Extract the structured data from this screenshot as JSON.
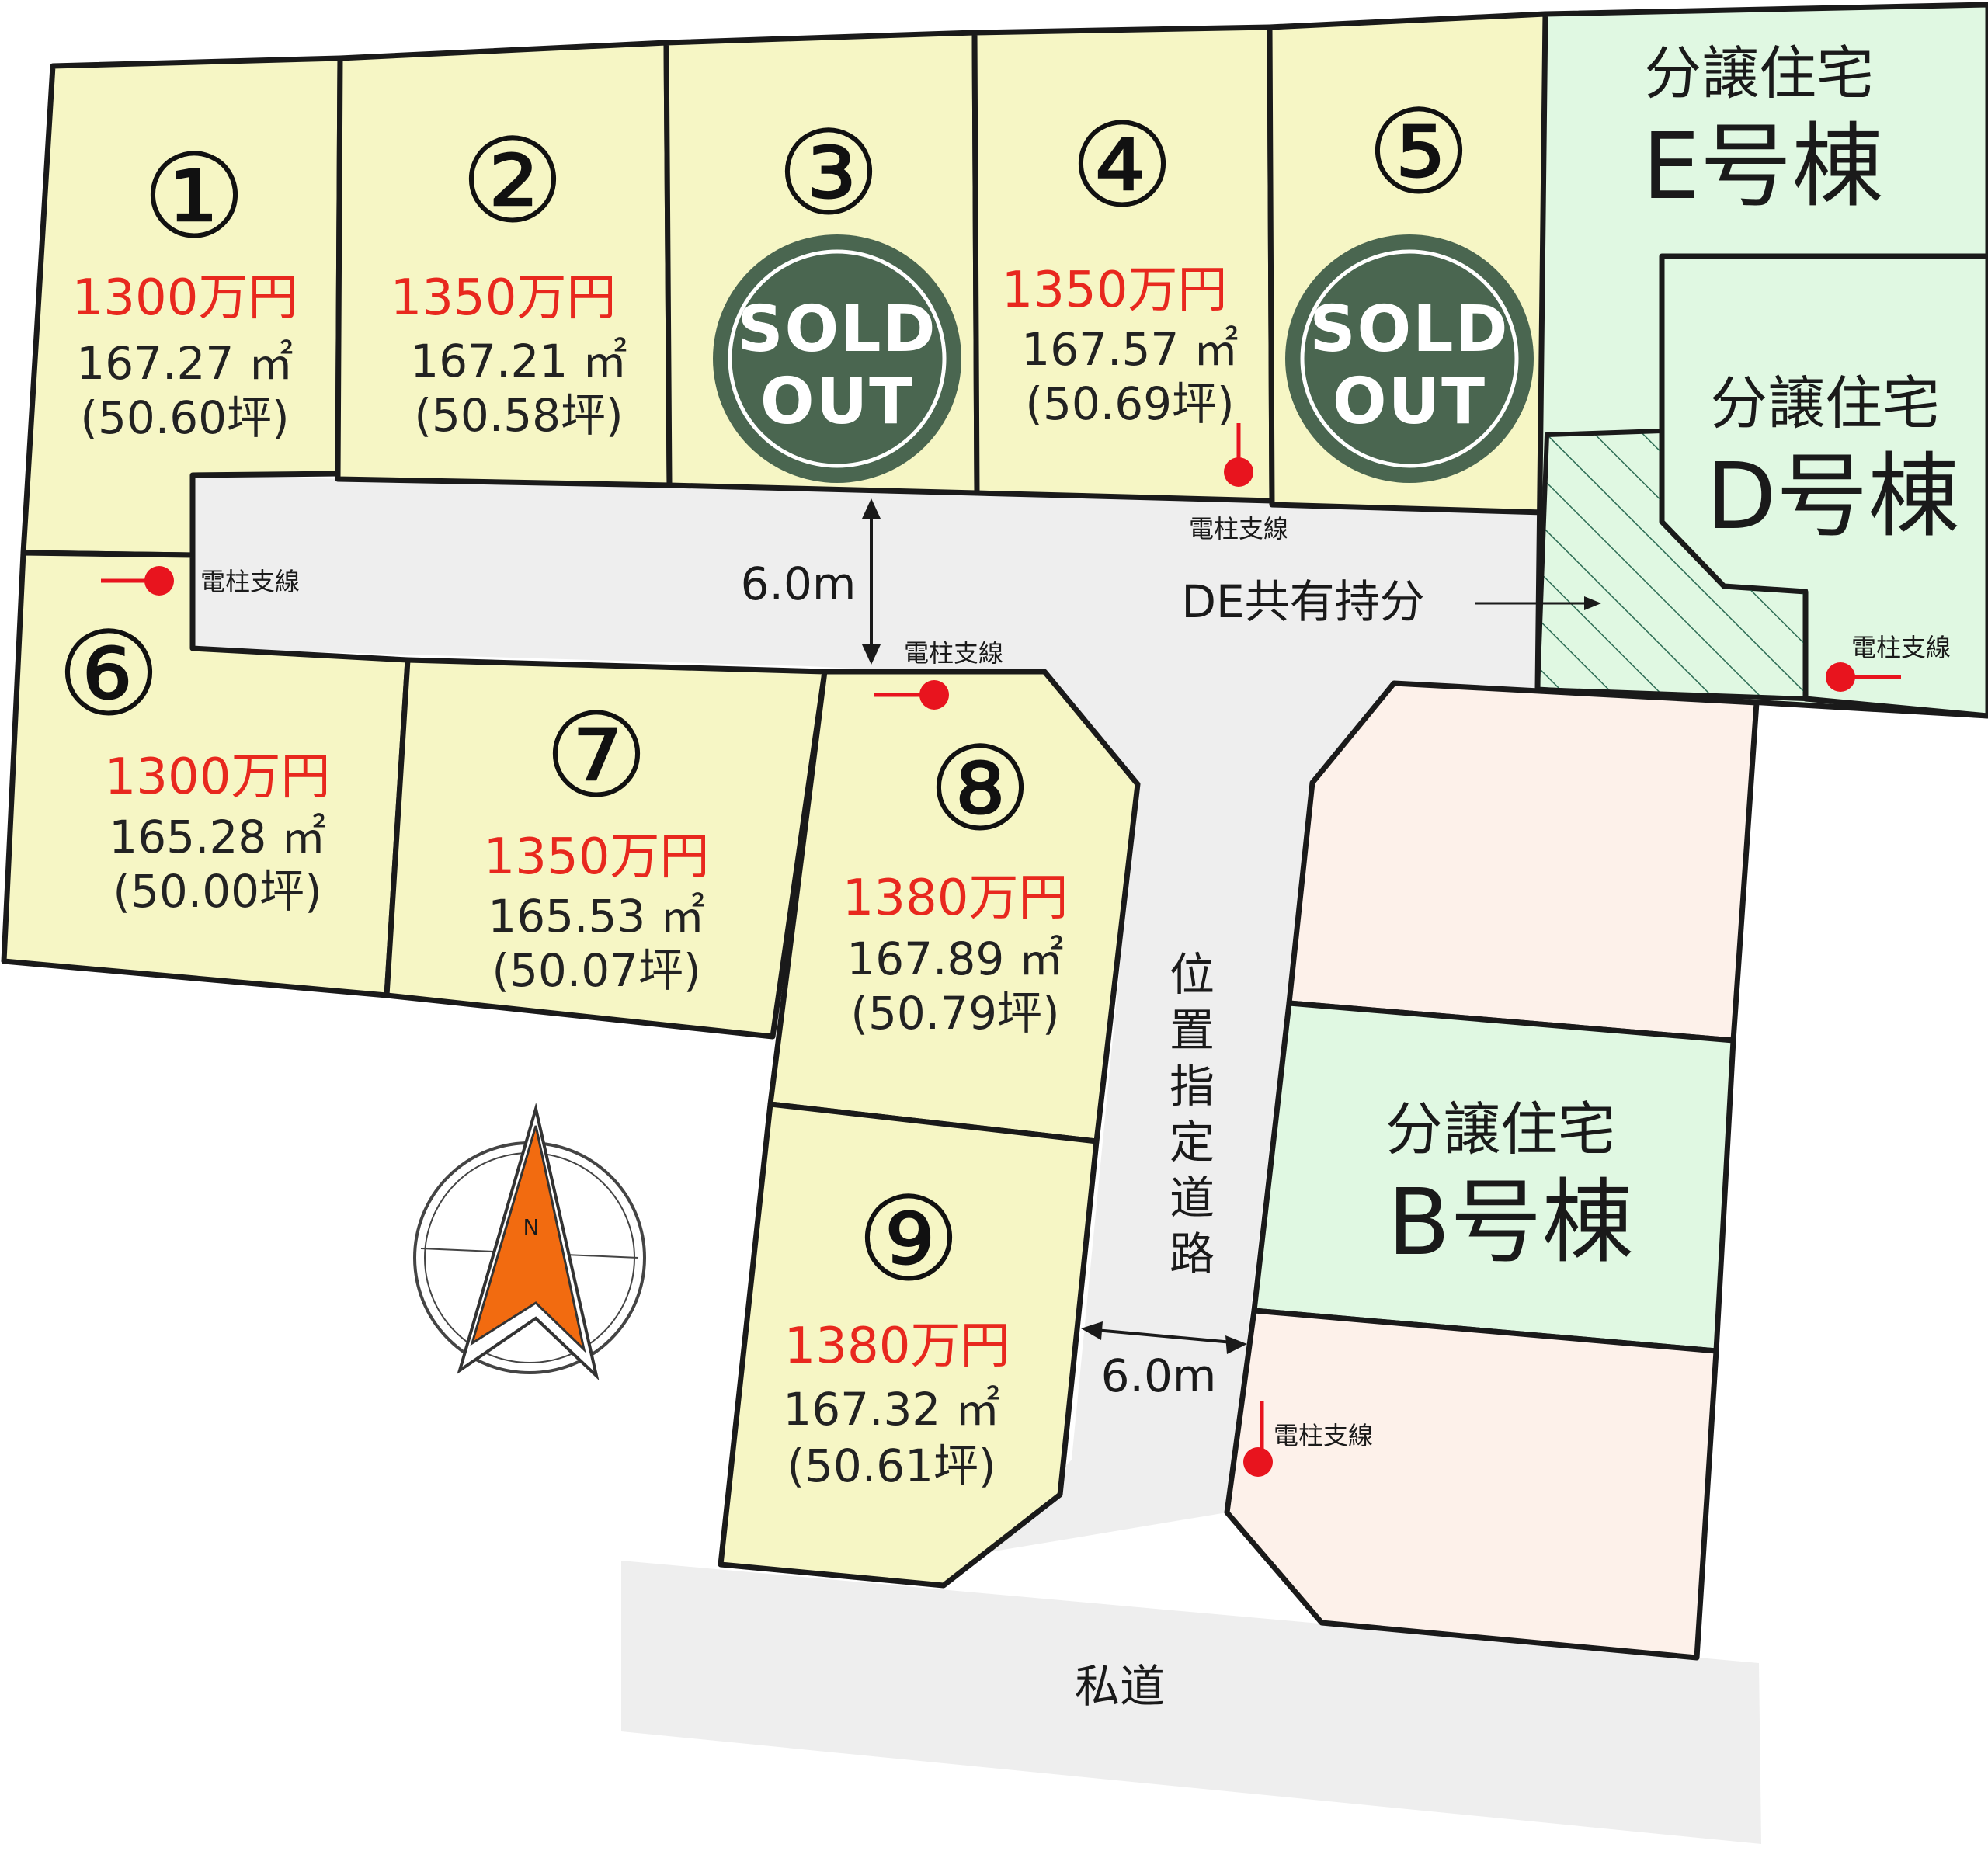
{
  "lots": [
    {
      "number": "①",
      "price": "1300万円",
      "area_sqm": "167.27 ㎡",
      "area_tsubo": "(50.60坪)",
      "sold": false
    },
    {
      "number": "②",
      "price": "1350万円",
      "area_sqm": "167.21 ㎡",
      "area_tsubo": "(50.58坪)",
      "sold": false
    },
    {
      "number": "③",
      "price": "",
      "area_sqm": "",
      "area_tsubo": "",
      "sold": true
    },
    {
      "number": "④",
      "price": "1350万円",
      "area_sqm": "167.57 ㎡",
      "area_tsubo": "(50.69坪)",
      "sold": false
    },
    {
      "number": "⑤",
      "price": "",
      "area_sqm": "",
      "area_tsubo": "",
      "sold": true
    },
    {
      "number": "⑥",
      "price": "1300万円",
      "area_sqm": "165.28 ㎡",
      "area_tsubo": "(50.00坪)",
      "sold": false
    },
    {
      "number": "⑦",
      "price": "1350万円",
      "area_sqm": "165.53 ㎡",
      "area_tsubo": "(50.07坪)",
      "sold": false
    },
    {
      "number": "⑧",
      "price": "1380万円",
      "area_sqm": "167.89 ㎡",
      "area_tsubo": "(50.79坪)",
      "sold": false
    },
    {
      "number": "⑨",
      "price": "1380万円",
      "area_sqm": "167.32 ㎡",
      "area_tsubo": "(50.61坪)",
      "sold": false
    }
  ],
  "sold_badge": {
    "line1": "SOLD",
    "line2": "OUT"
  },
  "houses": {
    "E": {
      "line1": "分譲住宅",
      "line2": "E号棟"
    },
    "D": {
      "line1": "分譲住宅",
      "line2": "D号棟"
    },
    "B": {
      "line1": "分譲住宅",
      "line2": "B号棟"
    }
  },
  "roads": {
    "width_label_top": "6.0m",
    "width_label_bottom": "6.0m",
    "shared_label": "DE共有持分",
    "designated_road": "位置指定道路",
    "private_road": "私道"
  },
  "pole_label": "電柱支線",
  "compass": {
    "north": "N"
  },
  "colors": {
    "buildable_lot": "#f6f6c5",
    "house_lot": "#e0f8e2",
    "other_lot": "#fdf1ea",
    "price_text": "#e8281e",
    "sold_badge": "#4a6650",
    "pole_marker": "#e8141e",
    "compass_arrow": "#f26b10"
  }
}
